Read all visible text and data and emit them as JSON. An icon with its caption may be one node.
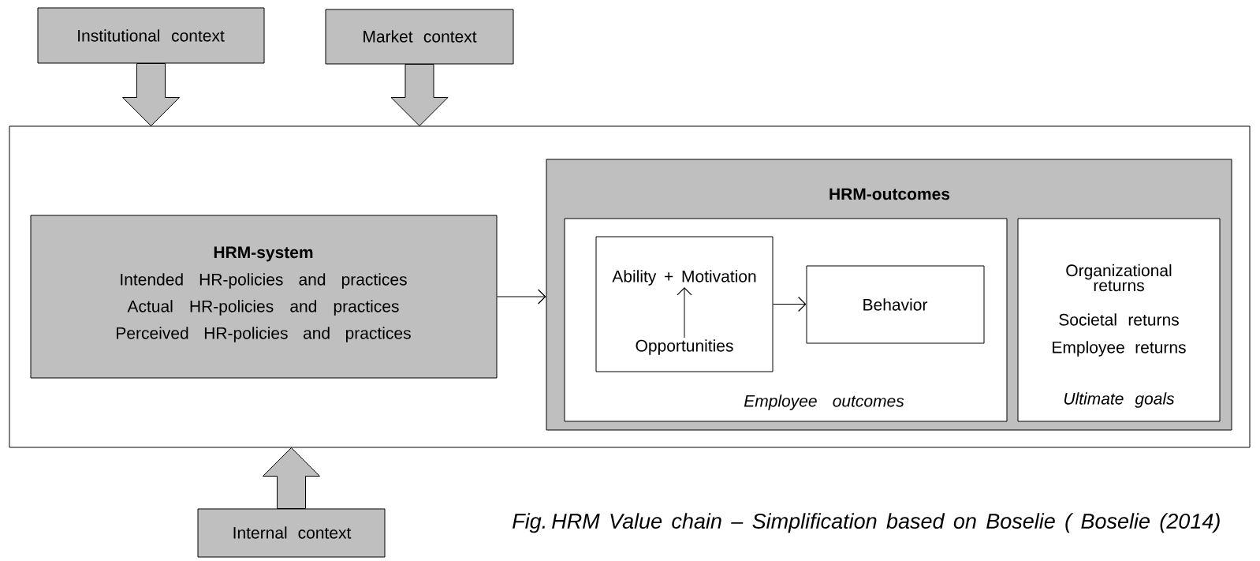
{
  "diagram": {
    "caption": "Fig. HRM Value chain – Simplification based on Boselie ( Boselie (2014)",
    "nodes": [
      {
        "text": [
          "Institutional context"
        ]
      },
      {
        "text": [
          "Market context"
        ]
      },
      {
        "text": [],
        "shape": "box"
      },
      {
        "text": [
          "HRM-system",
          "Intended HR-policies and practices",
          "Actual HR-policies and practices",
          "Perceived HR-policies and practices"
        ],
        "in": 2
      },
      {
        "text": [
          "HRM-outcomes"
        ],
        "in": 2
      },
      {
        "text": [
          "Employee outcomes"
        ],
        "in": 4
      },
      {
        "text": [],
        "shape": "box",
        "in": 5
      },
      {
        "text": [
          "Ability + Motivation"
        ],
        "in": 6
      },
      {
        "text": [
          "Opportunities"
        ],
        "in": 6
      },
      {
        "text": [
          "Behavior"
        ],
        "in": 5
      },
      {
        "text": [
          "Organizational returns",
          "Societal returns",
          "Employee returns",
          "Ultimate goals"
        ],
        "in": 4
      },
      {
        "text": [
          "Internal context"
        ]
      }
    ],
    "edges": [
      {
        "from": 0,
        "to": 2,
        "arrow": "to",
        "style": "thick"
      },
      {
        "from": 1,
        "to": 2,
        "arrow": "to",
        "style": "thick"
      },
      {
        "from": 11,
        "to": 2,
        "arrow": "to",
        "style": "thick"
      },
      {
        "from": 3,
        "to": 4,
        "arrow": "to"
      },
      {
        "from": 6,
        "to": 9,
        "arrow": "to"
      },
      {
        "from": 8,
        "to": 7,
        "arrow": "to"
      }
    ]
  }
}
